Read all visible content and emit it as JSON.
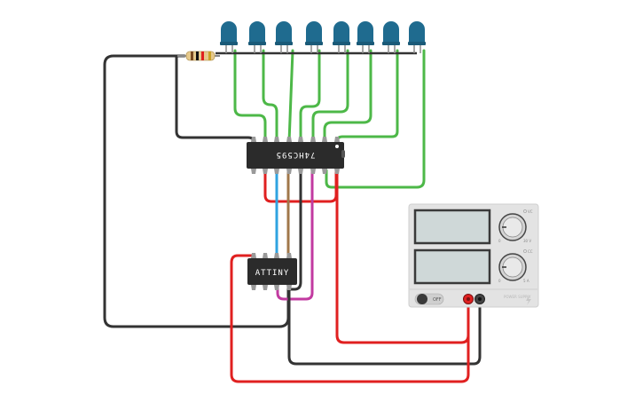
{
  "circuit": {
    "shift_register": {
      "label": "74HC595"
    },
    "microcontroller": {
      "label": "ATTINY"
    },
    "power_supply": {
      "power_switch_label": "OFF",
      "knob_voltage_label": "VC",
      "knob_current_label": "CC",
      "knob_voltage_min": "0",
      "knob_voltage_max": "30 V",
      "knob_current_min": "0",
      "knob_current_max": "5 A",
      "brand_text": "POWER SUPPLY"
    }
  },
  "colors": {
    "led": "#1f6b8f",
    "wire_black": "#333333",
    "wire_green": "#4db848",
    "wire_red": "#e02020",
    "wire_blue": "#2fa3e0",
    "wire_brown": "#a0774a",
    "wire_magenta": "#c23aa0",
    "chip": "#2b2b2b",
    "supply_body": "#e3e3e3"
  }
}
